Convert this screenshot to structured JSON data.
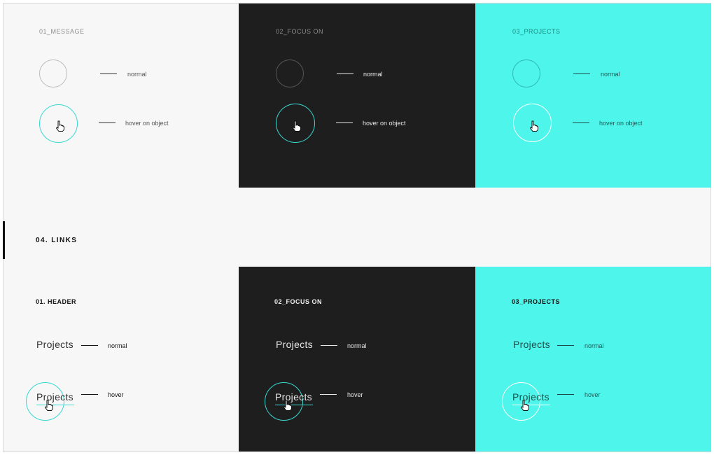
{
  "top": {
    "panel1": {
      "title": "01_MESSAGE",
      "normal": "normal",
      "hover": "hover on object"
    },
    "panel2": {
      "title": "02_FOCUS ON",
      "normal": "normal",
      "hover": "hover on object"
    },
    "panel3": {
      "title": "03_PROJECTS",
      "normal": "normal",
      "hover": "hover on object"
    }
  },
  "section": {
    "title": "04. LINKS"
  },
  "bottom": {
    "panel1": {
      "title": "01. HEADER",
      "link": "Projects",
      "normal": "normal",
      "hover": "hover"
    },
    "panel2": {
      "title": "02_FOCUS ON",
      "link": "Projects",
      "normal": "normal",
      "hover": "hover"
    },
    "panel3": {
      "title": "03_PROJECTS",
      "link": "Projects",
      "normal": "normal",
      "hover": "hover"
    }
  },
  "colors": {
    "light": "#f7f7f7",
    "dark": "#1e1e1e",
    "cyan": "#4ef5ea",
    "accent": "#38d9d0"
  },
  "icons": {
    "cursor": "hand-pointer-icon"
  }
}
